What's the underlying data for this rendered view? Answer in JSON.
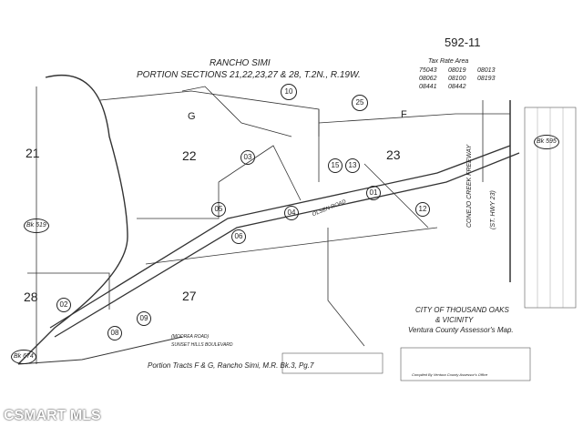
{
  "map": {
    "page_number": "592-11",
    "title_line1": "RANCHO SIMI",
    "title_line2": "PORTION SECTIONS 21,22,23,27 & 28, T.2N., R.19W.",
    "tax_rate_area": {
      "label": "Tax Rate Area",
      "codes": [
        "75043",
        "08019",
        "08013",
        "08062",
        "08100",
        "08193",
        "08441",
        "08442"
      ]
    },
    "sections": [
      "21",
      "22",
      "23",
      "27",
      "28"
    ],
    "tracts": [
      "G",
      "F"
    ],
    "book_refs": [
      "Bk 519",
      "Bk 595",
      "Bk 674"
    ],
    "parcels": [
      "10",
      "25",
      "03",
      "05",
      "06",
      "04",
      "01",
      "12",
      "09",
      "08",
      "02",
      "13",
      "15"
    ],
    "roads": {
      "freeway": "CONEJO CREEK FREEWAY",
      "highway": "(ST. HWY 23)",
      "olsen": "OLSEN ROAD",
      "moorea": "(MOOREA ROAD)",
      "sunset": "SUNSET HILLS BOULEVARD"
    },
    "footer_note": "Portion Tracts F & G, Rancho Simi, M.R. Bk.3, Pg.7",
    "legend": {
      "city": "CITY OF THOUSAND OAKS",
      "vicinity": "& VICINITY",
      "assessor": "Ventura County Assessor's Map.",
      "compiled": "Compiled By Ventura County Assessor's Office"
    }
  },
  "watermark": "CSMART MLS"
}
